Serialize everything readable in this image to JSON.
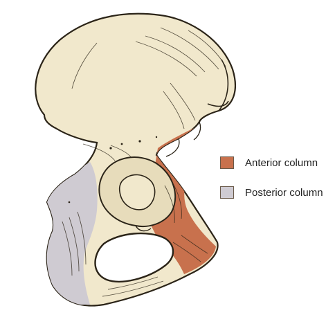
{
  "diagram": {
    "bone_fill": "#f1e8cc",
    "outline": "#2b2418"
  },
  "legend": {
    "items": [
      {
        "key": "anterior",
        "label": "Anterior column",
        "color": "#c8714d"
      },
      {
        "key": "posterior",
        "label": "Posterior column",
        "color": "#cfcbd2"
      }
    ]
  }
}
